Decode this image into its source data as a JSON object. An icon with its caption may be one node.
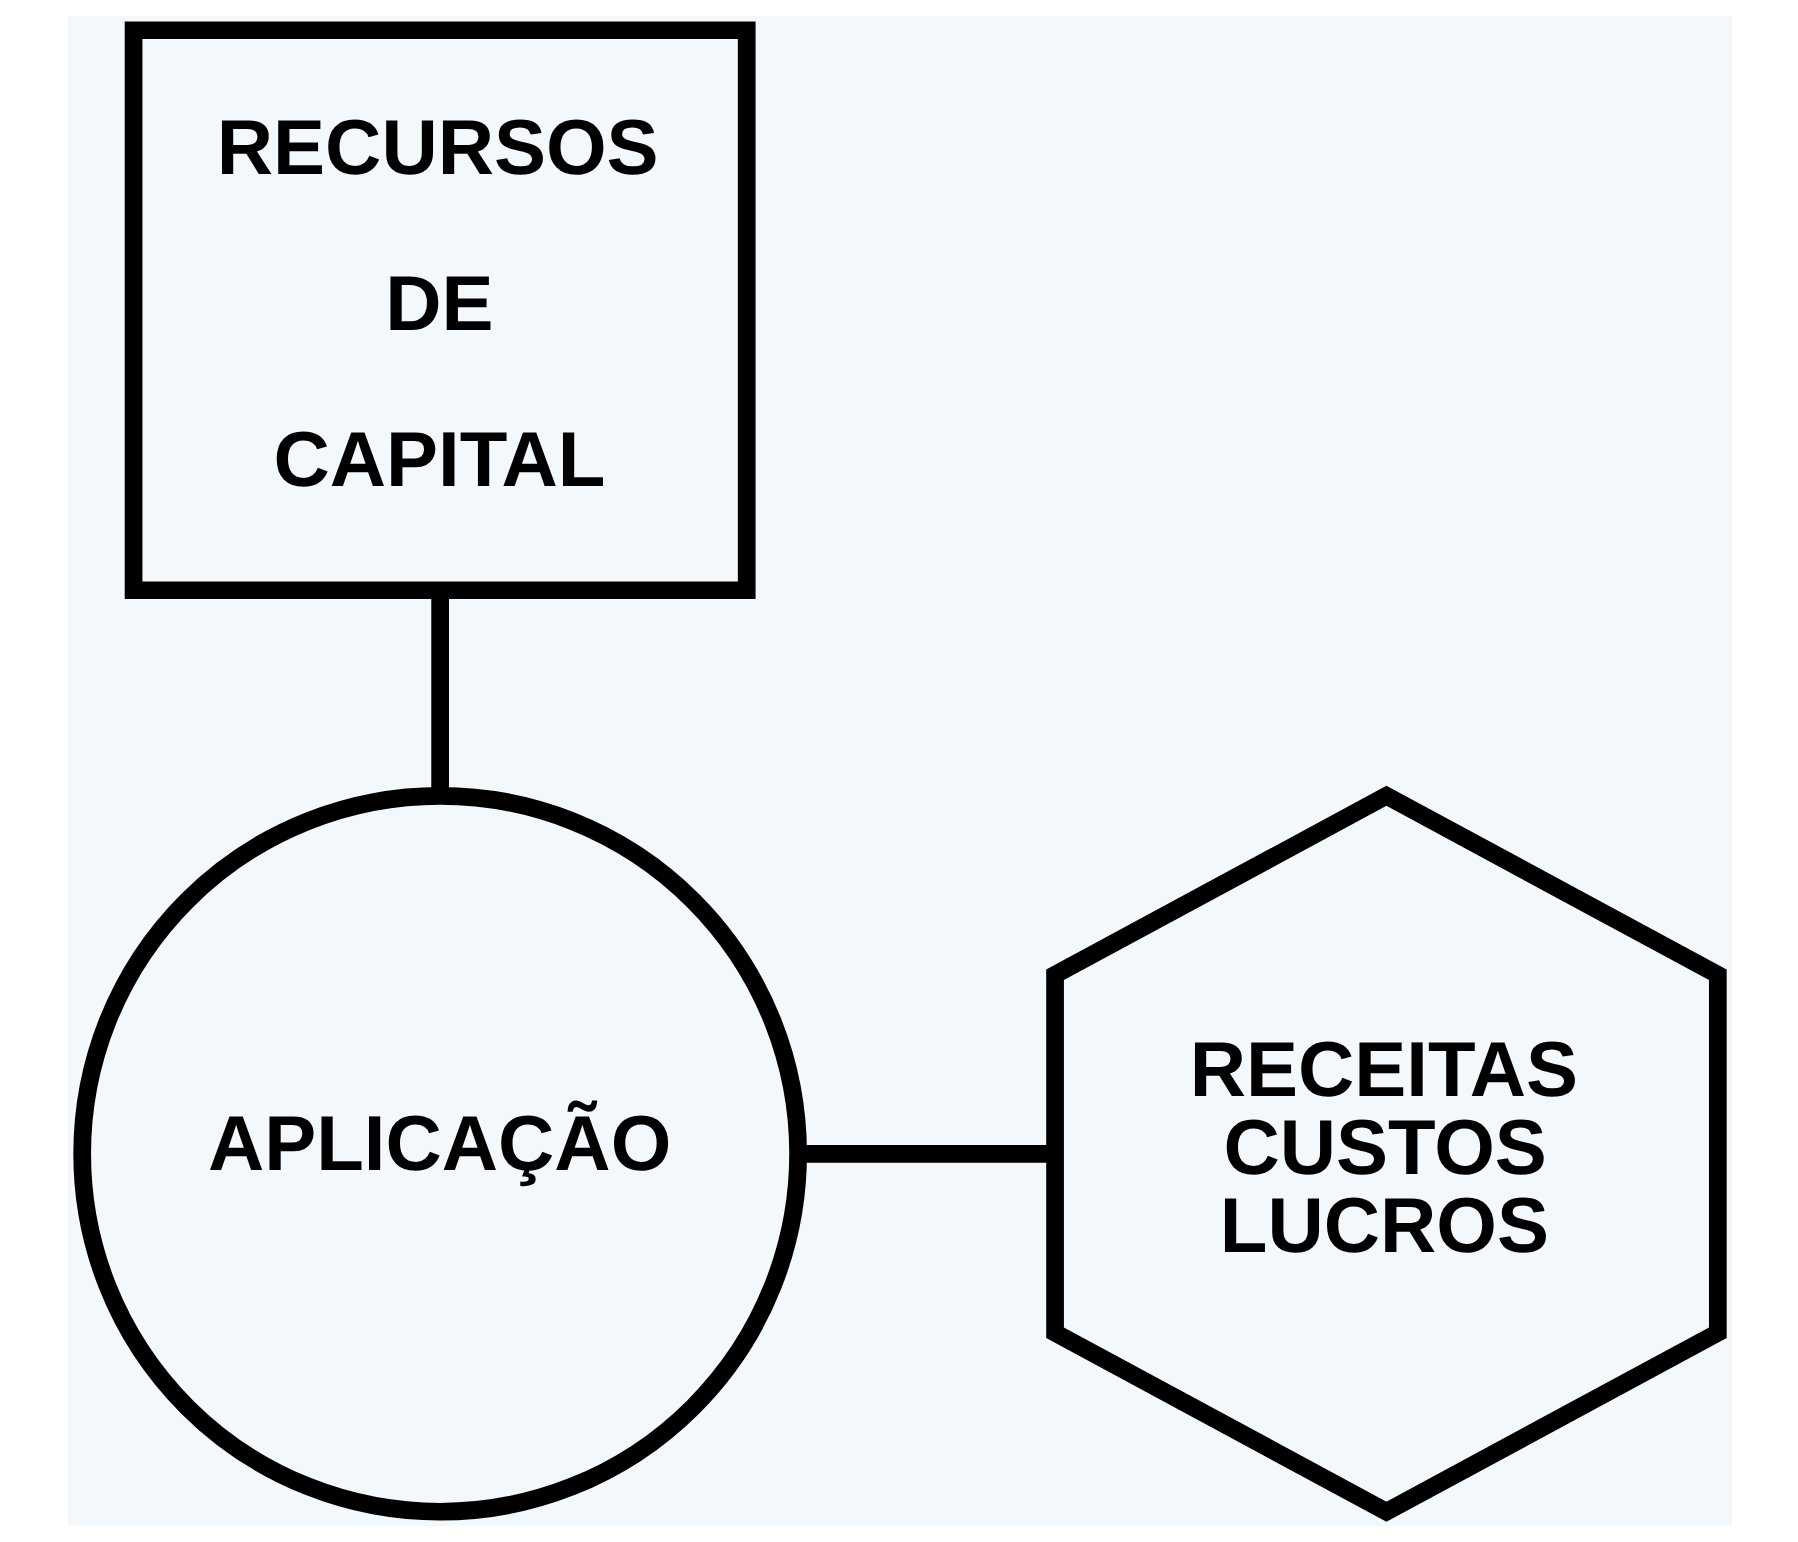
{
  "diagram": {
    "nodes": [
      {
        "text": [
          "RECURSOS DE CAPITAL"
        ]
      },
      {
        "text": [
          "APLICAÇÃO"
        ]
      },
      {
        "text": [
          "RECEITAS CUSTOS LUCROS"
        ]
      }
    ],
    "edges": [
      {
        "from": 0,
        "to": 1,
        "arrow": "none"
      },
      {
        "from": 1,
        "to": 2,
        "arrow": "none"
      }
    ]
  }
}
